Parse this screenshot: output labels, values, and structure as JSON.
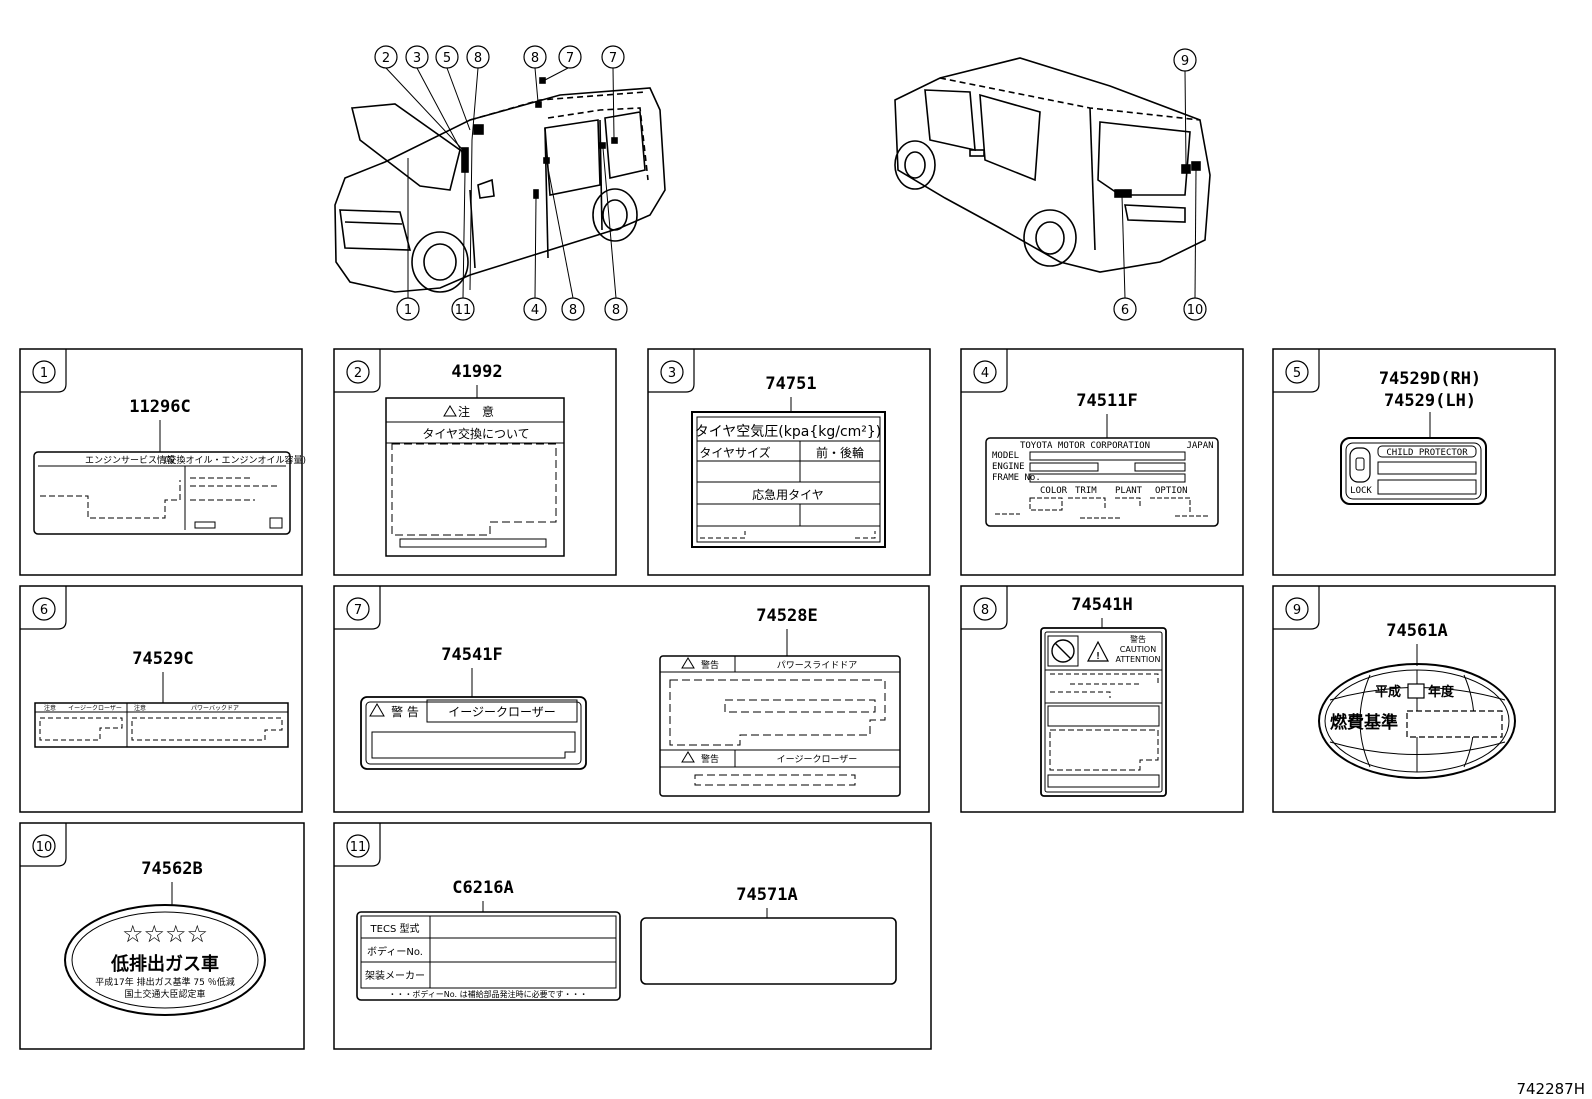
{
  "diagram_code": "742287H",
  "callouts": {
    "front_top": [
      "2",
      "3",
      "5",
      "8",
      "8",
      "7",
      "7"
    ],
    "front_bottom": [
      "1",
      "11",
      "4",
      "8",
      "8"
    ],
    "rear_top": [
      "9"
    ],
    "rear_bottom": [
      "6",
      "10"
    ]
  },
  "panels": {
    "p1": {
      "index": "1",
      "part": "11296C",
      "label_title": "エンジンサービス情報",
      "label_sub": "(交換オイル・エンジンオイル容量)"
    },
    "p2": {
      "index": "2",
      "part": "41992",
      "warn": "注　意",
      "sub": "タイヤ交換について"
    },
    "p3": {
      "index": "3",
      "part": "74751",
      "title": "タイヤ空気圧(kpa{kg/cm²})",
      "col1": "タイヤサイズ",
      "col2": "前・後輪",
      "spare": "応急用タイヤ"
    },
    "p4": {
      "index": "4",
      "part": "74511F",
      "maker": "TOYOTA MOTOR CORPORATION",
      "country": "JAPAN",
      "model": "MODEL",
      "engine": "ENGINE",
      "frame": "FRAME No.",
      "color": "COLOR",
      "trim": "TRIM",
      "plant": "PLANT",
      "option": "OPTION"
    },
    "p5": {
      "index": "5",
      "part_rh": "74529D(RH)",
      "part_lh": "74529(LH)",
      "title": "CHILD PROTECTOR",
      "lock": "LOCK"
    },
    "p6": {
      "index": "6",
      "part": "74529C",
      "c1": "注意",
      "c2": "イージークローザー",
      "c3": "注意",
      "c4": "パワーバックドア"
    },
    "p7": {
      "index": "7",
      "part_a": "74541F",
      "a_warn": "警 告",
      "a_text": "イージークローザー",
      "part_b": "74528E",
      "b_warn1": "警告",
      "b_text1": "パワースライドドア",
      "b_warn2": "警告",
      "b_text2": "イージークローザー"
    },
    "p8": {
      "index": "8",
      "part": "74541H",
      "w1": "警告",
      "w2": "CAUTION",
      "w3": "ATTENTION"
    },
    "p9": {
      "index": "9",
      "part": "74561A",
      "line1a": "平成",
      "line1b": "年度",
      "line2": "燃費基準"
    },
    "p10": {
      "index": "10",
      "part": "74562B",
      "stars": "☆☆☆☆",
      "title": "低排出ガス車",
      "line1": "平成17年 排出ガス基準 75 ％低減",
      "line2": "国土交通大臣認定車"
    },
    "p11": {
      "index": "11",
      "part_a": "C6216A",
      "r1": "TECS 型式",
      "r2": "ボディーNo.",
      "r3": "架装メーカー",
      "foot": "・・・ボディーNo. は補給部品発注時に必要です・・・",
      "part_b": "74571A"
    }
  }
}
